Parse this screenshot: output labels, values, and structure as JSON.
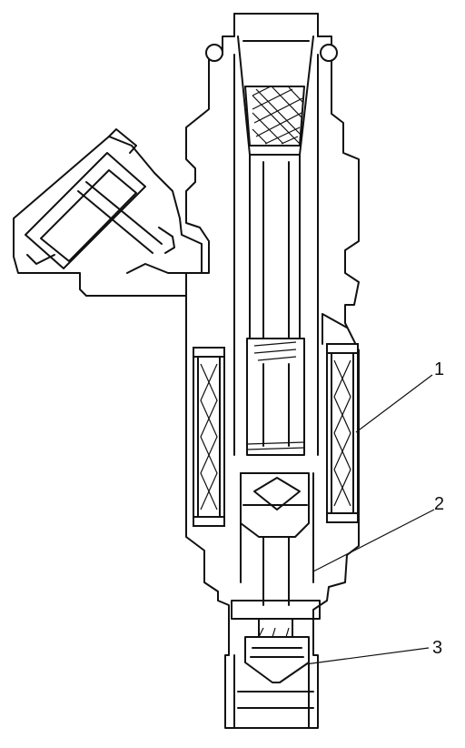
{
  "diagram": {
    "callouts": [
      {
        "id": "1",
        "label": "1"
      },
      {
        "id": "2",
        "label": "2"
      },
      {
        "id": "3",
        "label": "3"
      }
    ],
    "line_color": "#111111",
    "background": "#ffffff"
  }
}
